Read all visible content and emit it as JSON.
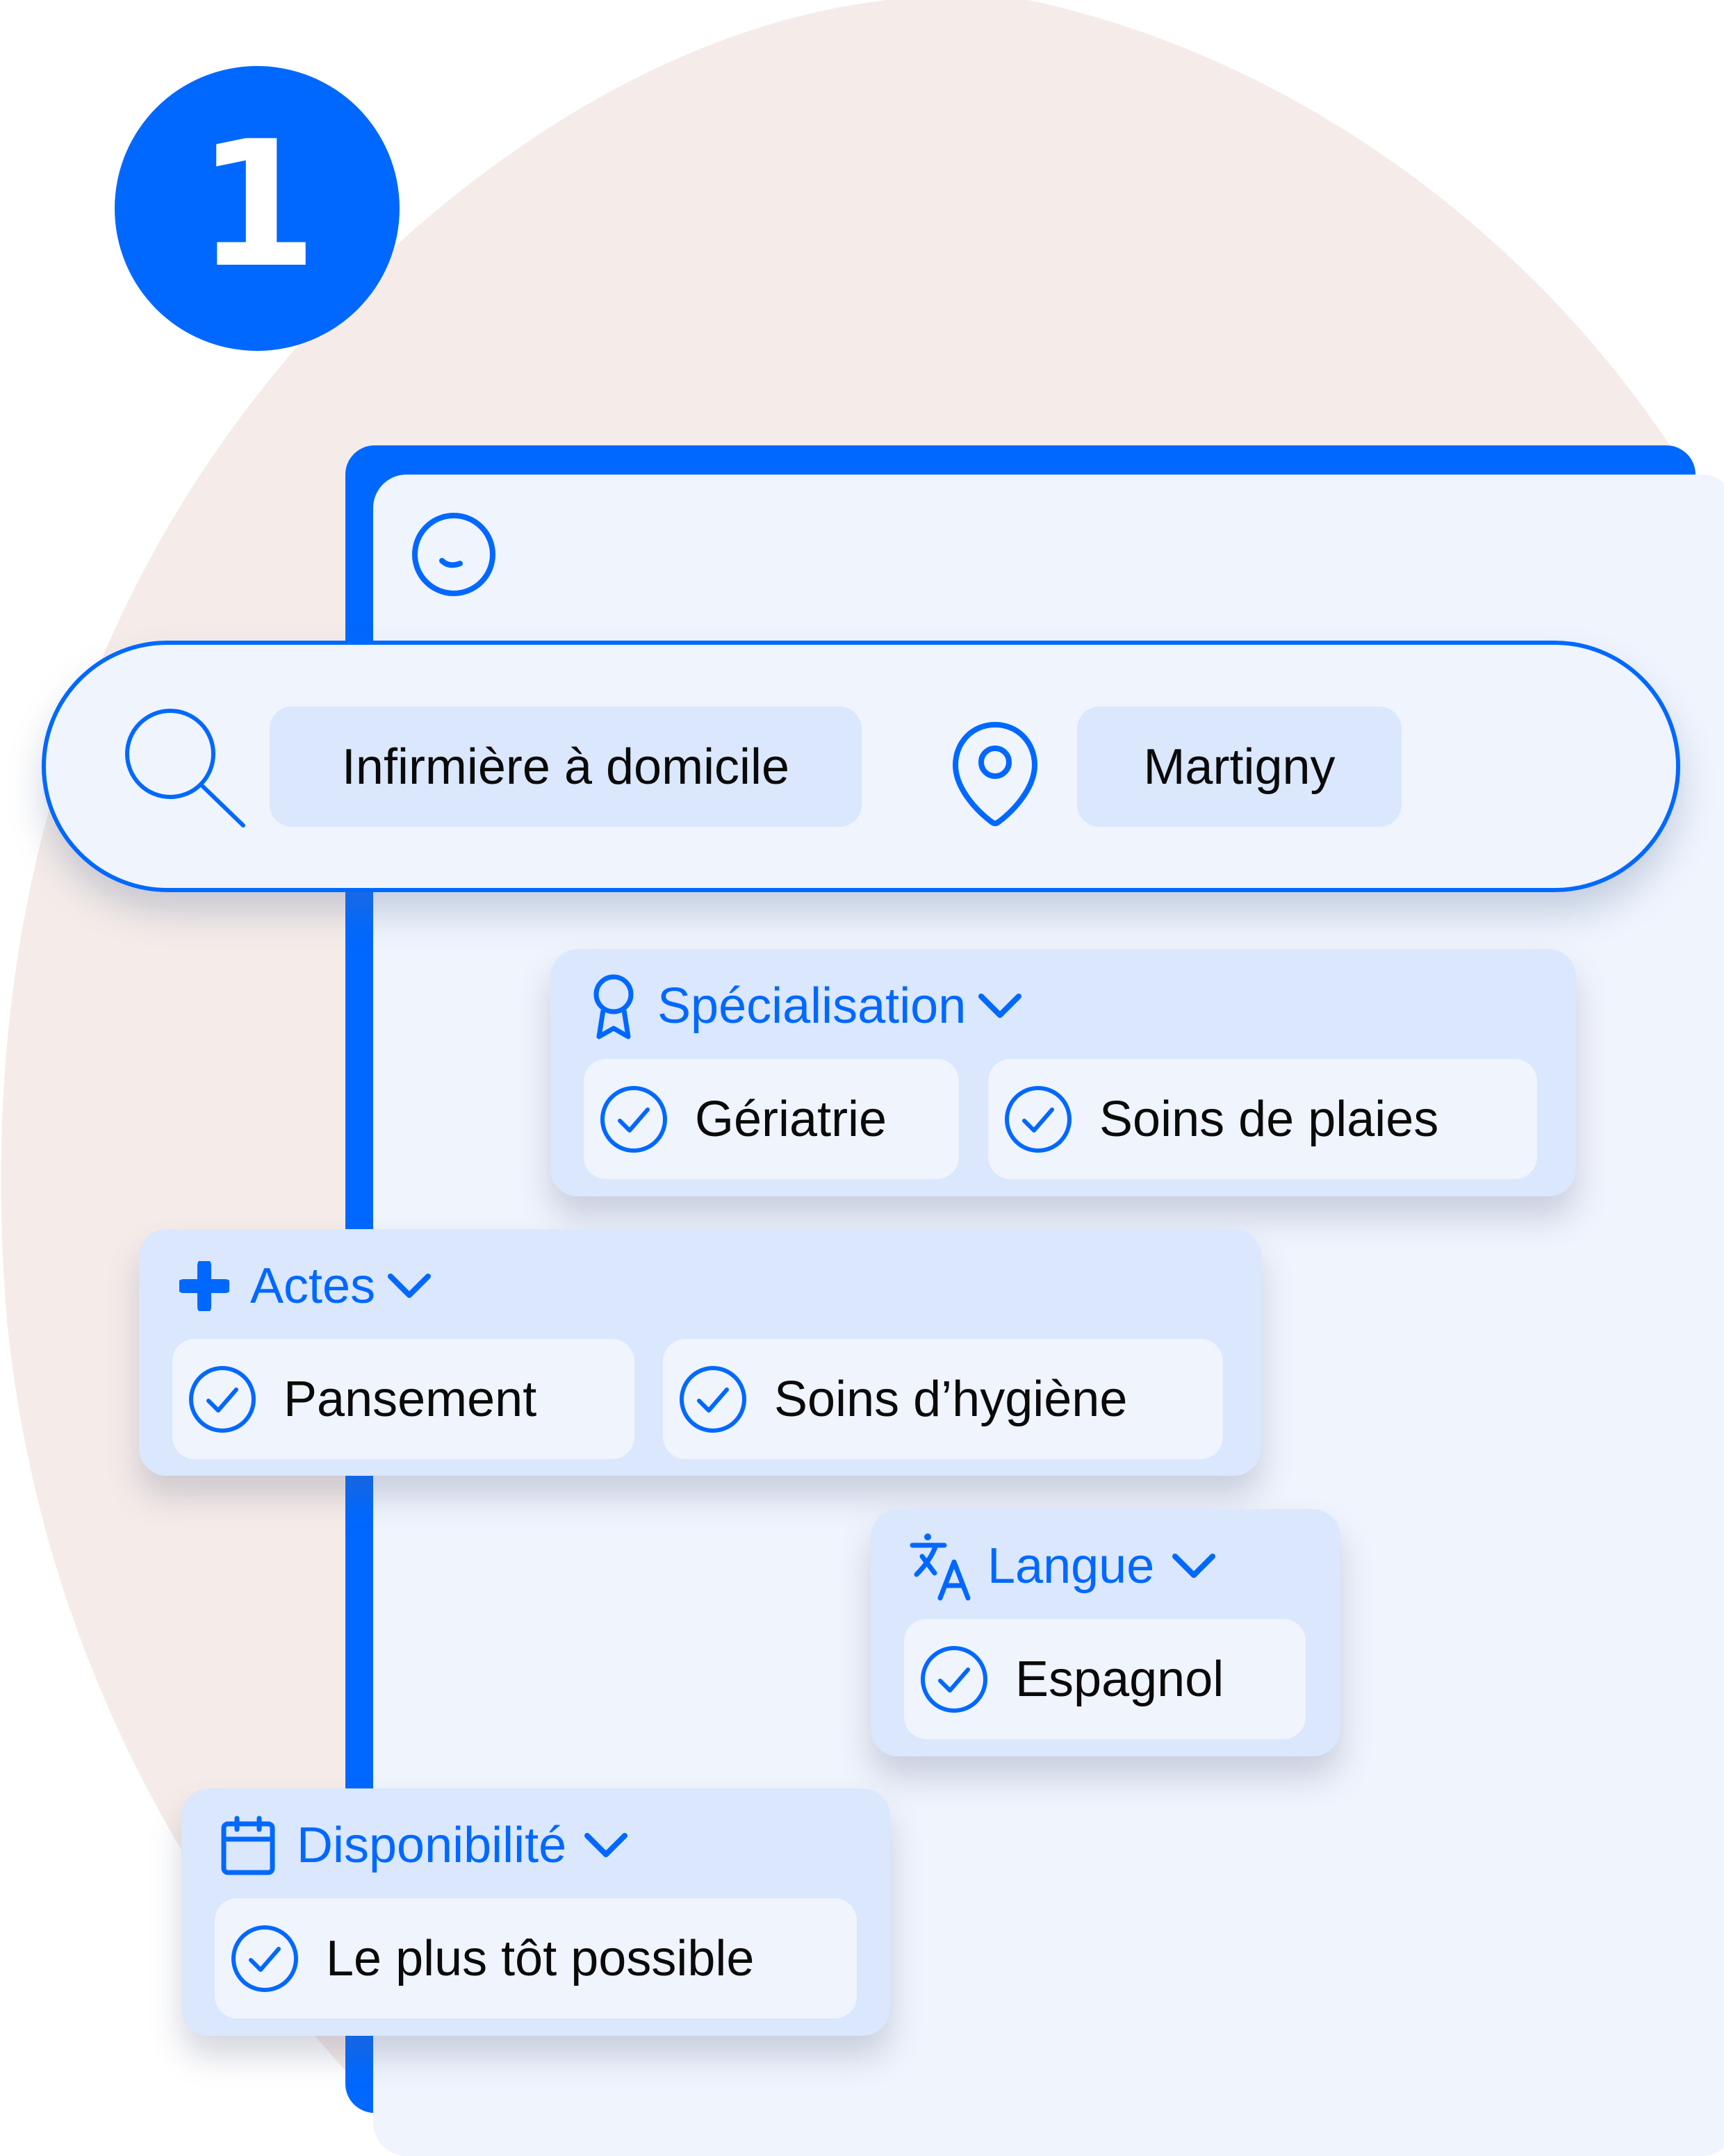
{
  "step": {
    "number": "1"
  },
  "colors": {
    "accent": "#0068FF",
    "panel": "#EFF4FD",
    "chip": "#DAE7FC",
    "blob": "#F5ECE9"
  },
  "app": {
    "logo_icon": "smiley-icon"
  },
  "search": {
    "icon": "search-icon",
    "query": "Infirmière à domicile",
    "location_icon": "map-pin-icon",
    "location": "Martigny"
  },
  "filters": [
    {
      "icon": "award-ribbon-icon",
      "label": "Spécialisation",
      "options": [
        "Gériatrie",
        "Soins de plaies"
      ]
    },
    {
      "icon": "plus-cross-icon",
      "label": "Actes",
      "options": [
        "Pansement",
        "Soins d’hygiène"
      ]
    },
    {
      "icon": "translate-icon",
      "label": "Langue",
      "options": [
        "Espagnol"
      ]
    },
    {
      "icon": "calendar-icon",
      "label": "Disponibilité",
      "options": [
        "Le plus tôt possible"
      ]
    }
  ]
}
